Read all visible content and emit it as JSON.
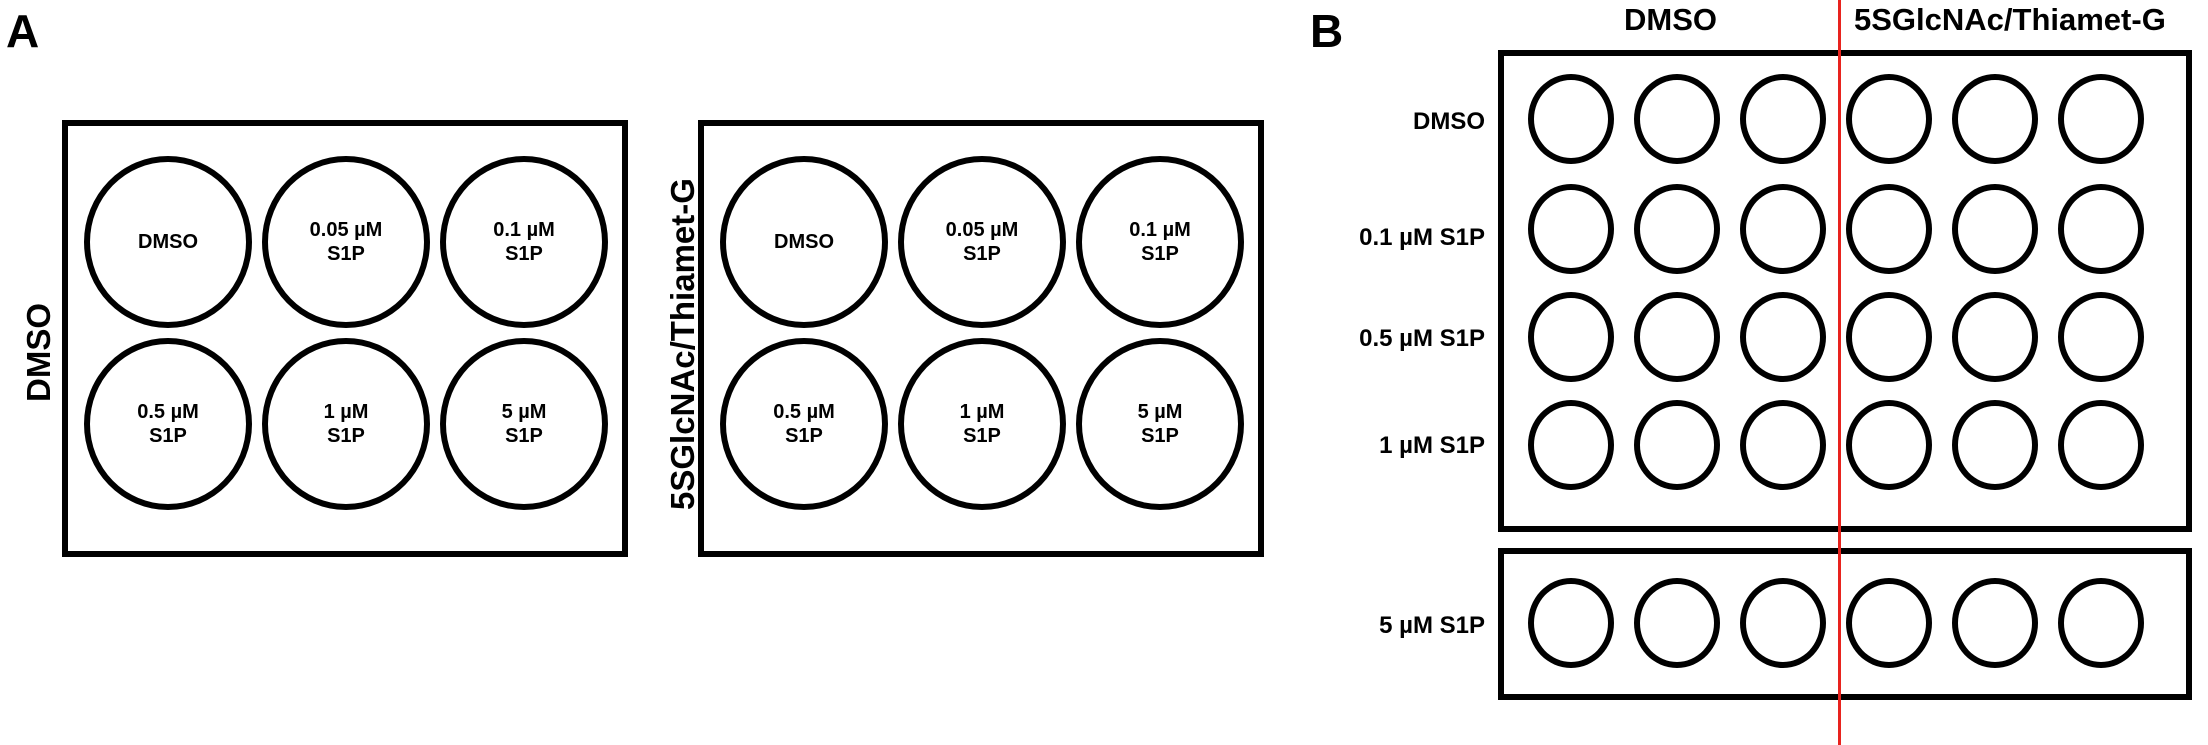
{
  "panel_a": {
    "letter": "A",
    "plates": [
      {
        "side_label": "DMSO",
        "wells": [
          {
            "line1": "DMSO",
            "line2": ""
          },
          {
            "line1": "0.05 µM",
            "line2": "S1P"
          },
          {
            "line1": "0.1 µM",
            "line2": "S1P"
          },
          {
            "line1": "0.5 µM",
            "line2": "S1P"
          },
          {
            "line1": "1 µM",
            "line2": "S1P"
          },
          {
            "line1": "5 µM",
            "line2": "S1P"
          }
        ]
      },
      {
        "side_label": "5SGlcNAc/Thiamet-G",
        "wells": [
          {
            "line1": "DMSO",
            "line2": ""
          },
          {
            "line1": "0.05 µM",
            "line2": "S1P"
          },
          {
            "line1": "0.1 µM",
            "line2": "S1P"
          },
          {
            "line1": "0.5 µM",
            "line2": "S1P"
          },
          {
            "line1": "1 µM",
            "line2": "S1P"
          },
          {
            "line1": "5 µM",
            "line2": "S1P"
          }
        ]
      }
    ]
  },
  "panel_b": {
    "letter": "B",
    "column_headers": [
      "DMSO",
      "5SGlcNAc/Thiamet-G"
    ],
    "row_labels": [
      "DMSO",
      "0.1 µM S1P",
      "0.5 µM S1P",
      "1 µM S1P",
      "5 µM S1P"
    ],
    "divider_color": "#e8231e"
  }
}
